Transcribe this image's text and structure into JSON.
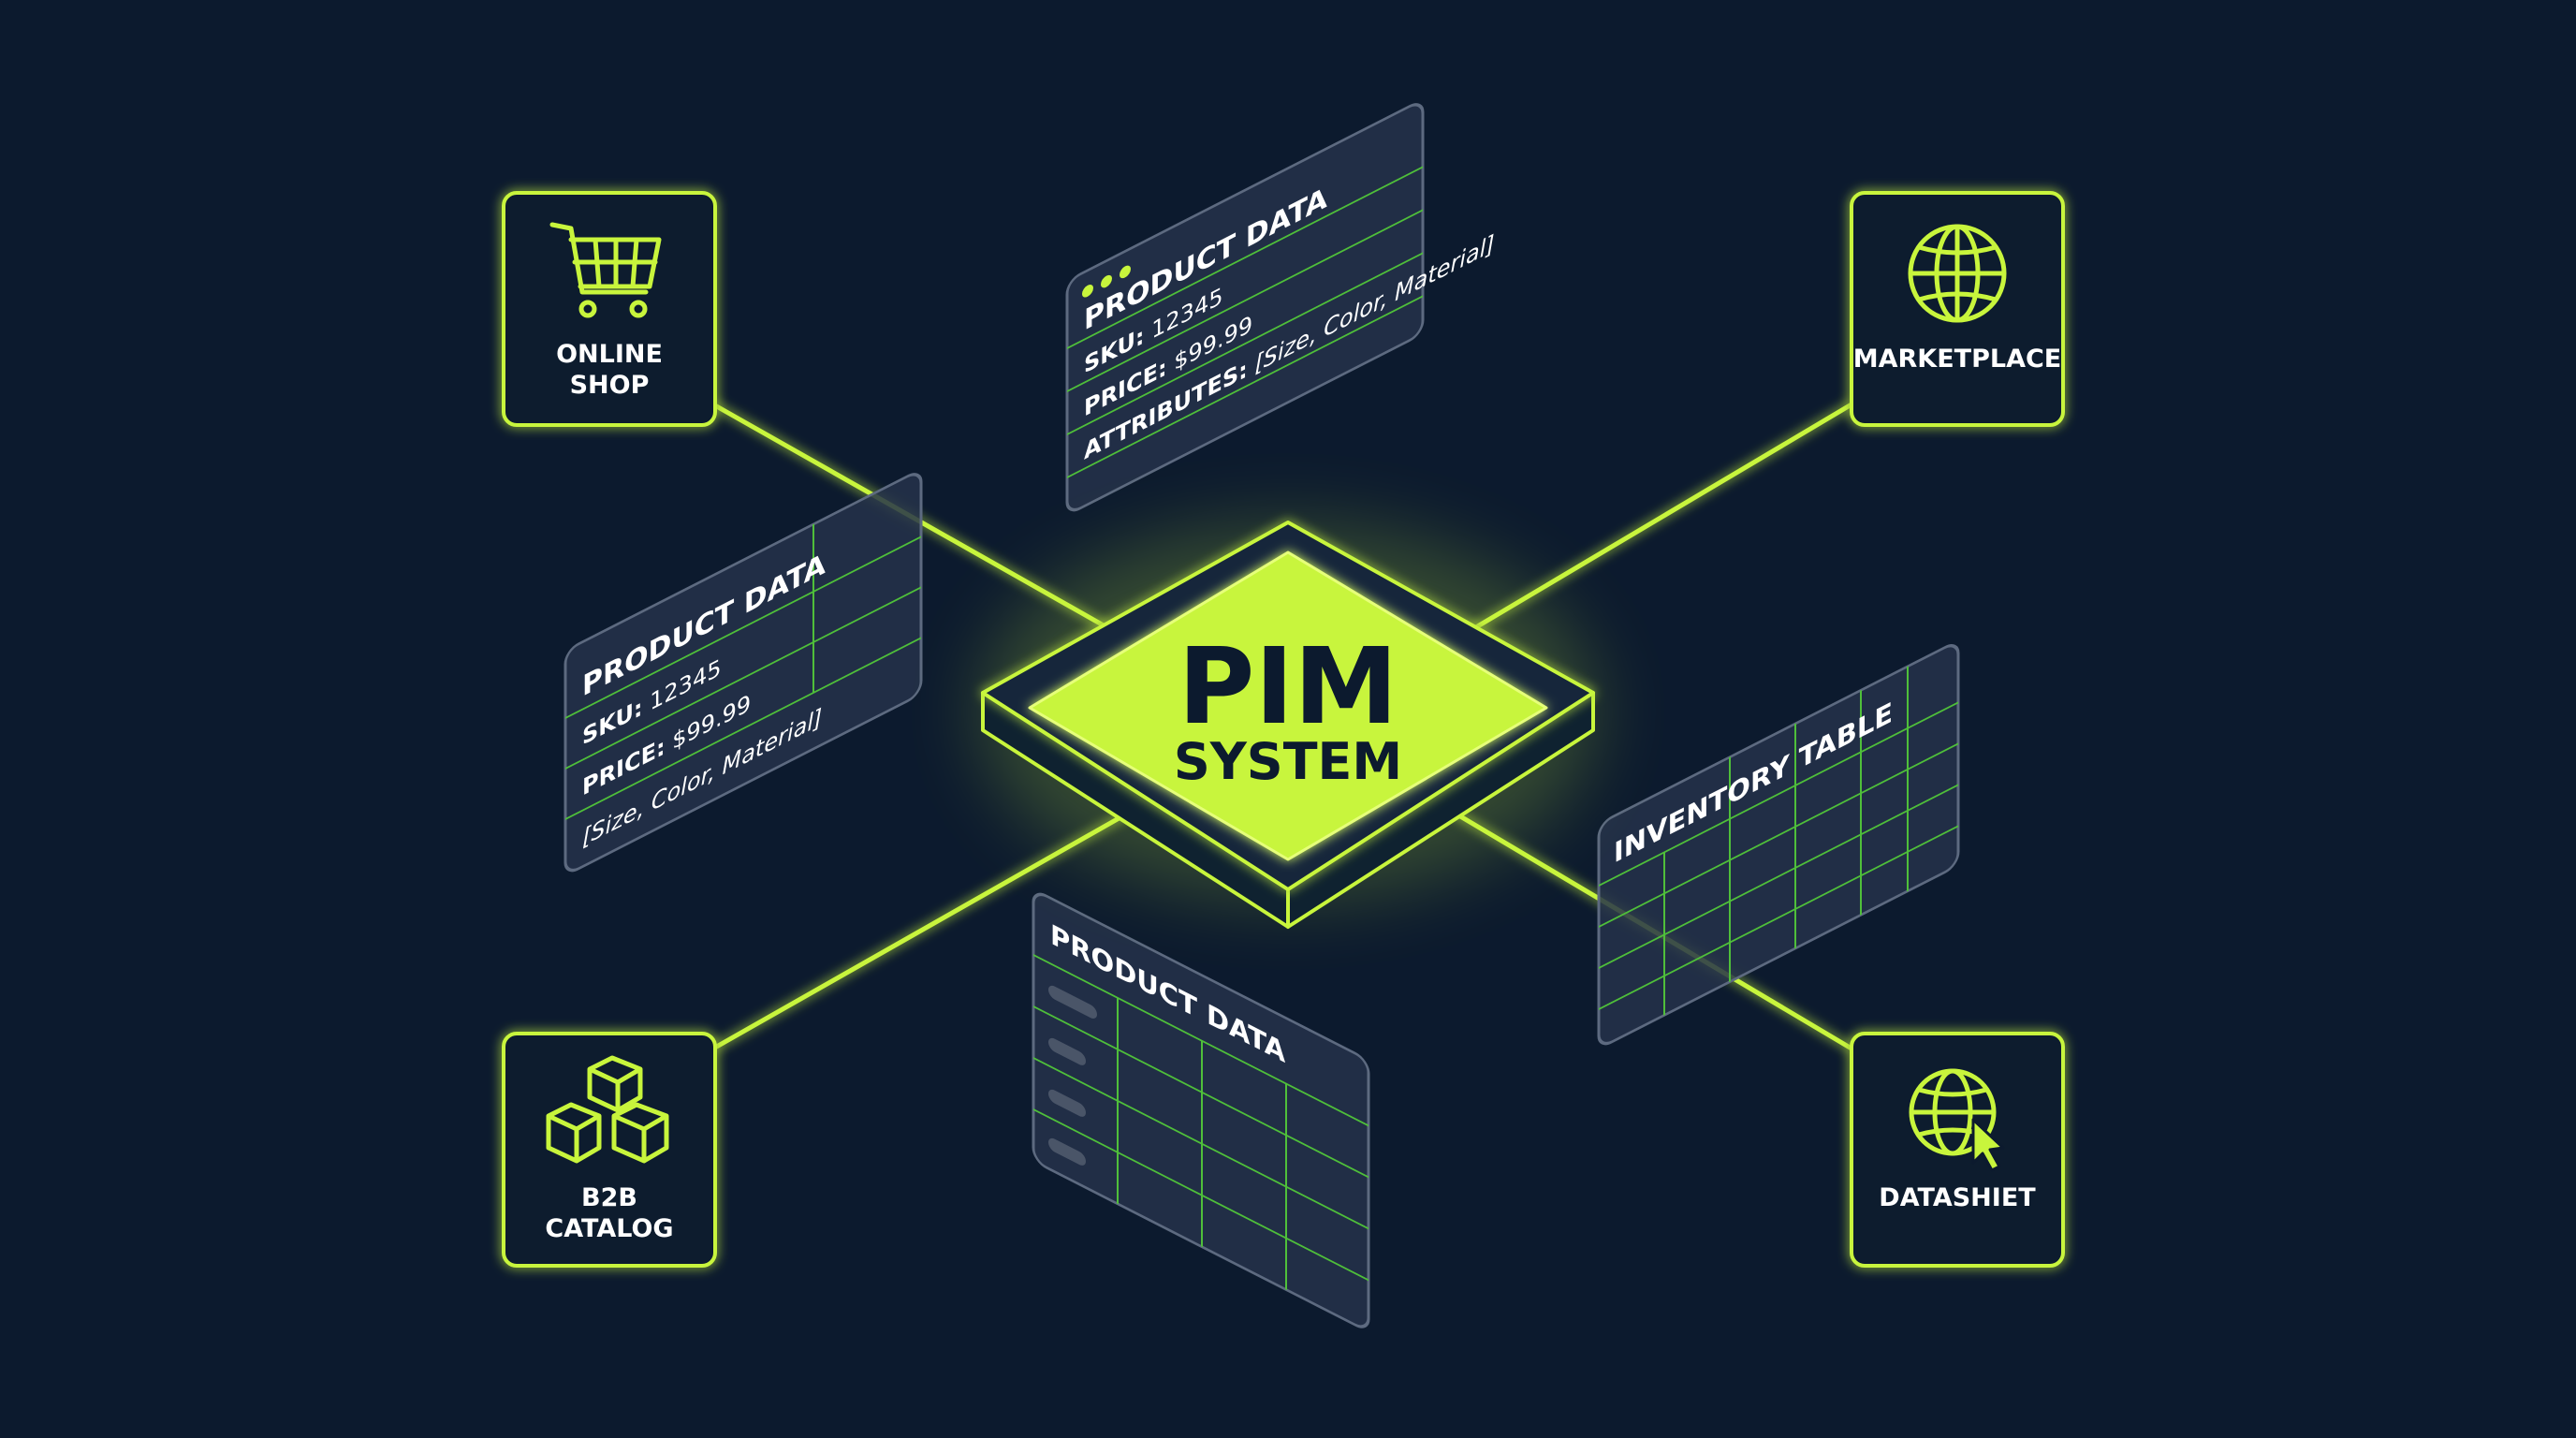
{
  "colors": {
    "background": "#0c1a2e",
    "accent": "#c8f53c",
    "accent_grid": "#4fbf3a",
    "card_fill": "#26324a",
    "text": "#ffffff",
    "hub_text": "#0c1a2e"
  },
  "hub": {
    "title": "PIM",
    "subtitle": "SYSTEM"
  },
  "nodes": {
    "online_shop": {
      "line1": "ONLINE",
      "line2": "SHOP",
      "icon": "shopping-cart-icon"
    },
    "marketplace": {
      "line1": "MARKETPLACE",
      "icon": "globe-icon"
    },
    "b2b_catalog": {
      "line1": "B2B",
      "line2": "CATALOG",
      "icon": "boxes-icon"
    },
    "datasheet": {
      "line1": "DATASHIET",
      "icon": "globe-cursor-icon"
    }
  },
  "cards": {
    "top": {
      "title": "PRODUCT DATA",
      "sku_label": "SKU:",
      "sku_value": " 12345",
      "price_label": "PRICE:",
      "price_value": " $99.99",
      "attr_label": "ATTRIBUTES:",
      "attr_value": " [Size, Color, Material]"
    },
    "left": {
      "title": "PRODUCT DATA",
      "sku_label": "SKU:",
      "sku_value": " 12345",
      "price_label": "PRICE:",
      "price_value": " $99.99",
      "attr_value": "[Size, Color, Material]"
    },
    "bottom": {
      "title": "PRODUCT DATA"
    },
    "right": {
      "title": "INVENTORY TABLE"
    }
  }
}
